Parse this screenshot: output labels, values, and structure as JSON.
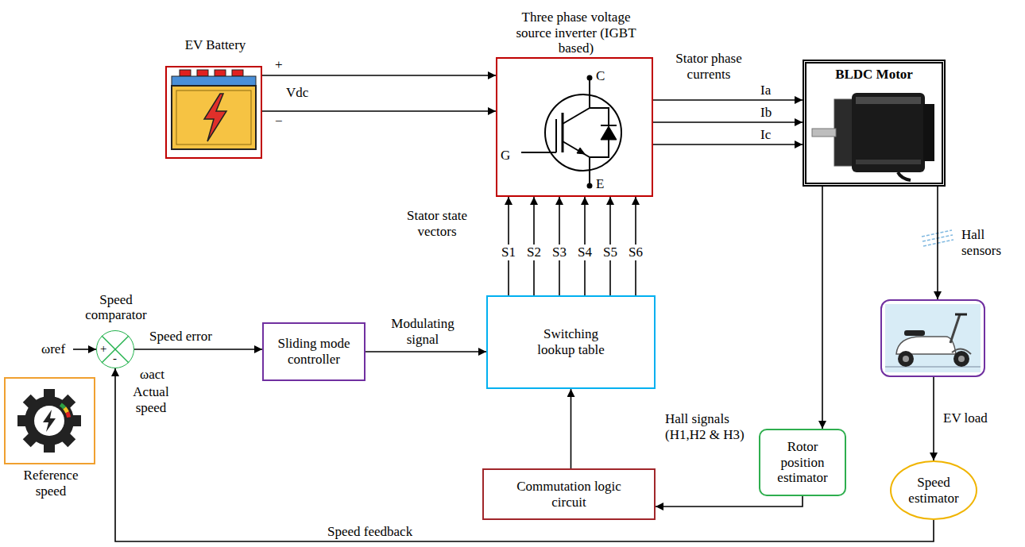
{
  "diagram": {
    "nodes": [
      {
        "text": [
          "EV Battery"
        ]
      },
      {
        "text": [
          "Three phase voltage source inverter (IGBT based)"
        ]
      },
      {
        "text": [
          "BLDC Motor"
        ]
      },
      {
        "text": [
          "Speed comparator",
          "+",
          "-"
        ]
      },
      {
        "text": [
          "Reference speed"
        ]
      },
      {
        "text": [
          "Sliding mode controller"
        ]
      },
      {
        "text": [
          "Switching lookup table"
        ]
      },
      {
        "text": [
          "Commutation logic circuit"
        ]
      },
      {
        "text": [
          "Rotor position estimator"
        ]
      },
      {
        "text": [
          "EV load"
        ]
      },
      {
        "text": [
          "Speed estimator"
        ]
      }
    ],
    "edges": [
      {
        "from": 0,
        "to": 1,
        "arrow": "to"
      },
      {
        "from": 0,
        "to": 1,
        "arrow": "to"
      },
      {
        "from": 1,
        "to": 2,
        "label": "Ia",
        "arrow": "to"
      },
      {
        "from": 1,
        "to": 2,
        "label": "Ib",
        "arrow": "to"
      },
      {
        "from": 1,
        "to": 2,
        "label": "Ic",
        "arrow": "to"
      },
      {
        "from": 3,
        "to": 5,
        "label": "Speed error",
        "arrow": "to"
      },
      {
        "from": 5,
        "to": 6,
        "label": "Modulating signal",
        "arrow": "to"
      },
      {
        "from": 6,
        "to": 1,
        "label": "S1",
        "arrow": "to"
      },
      {
        "from": 6,
        "to": 1,
        "label": "S2",
        "arrow": "to"
      },
      {
        "from": 6,
        "to": 1,
        "label": "S3",
        "arrow": "to"
      },
      {
        "from": 6,
        "to": 1,
        "label": "S4",
        "arrow": "to"
      },
      {
        "from": 6,
        "to": 1,
        "label": "S5",
        "arrow": "to"
      },
      {
        "from": 6,
        "to": 1,
        "label": "S6",
        "arrow": "to"
      },
      {
        "from": 7,
        "to": 6,
        "label": "Hall signals (H1,H2 & H3)",
        "arrow": "to"
      },
      {
        "from": 2,
        "to": 8,
        "arrow": "to"
      },
      {
        "from": 8,
        "to": 7,
        "arrow": "to"
      },
      {
        "from": 2,
        "to": 9,
        "label": "Hall sensors",
        "arrow": "to"
      },
      {
        "from": 9,
        "to": 10,
        "arrow": "to"
      },
      {
        "from": 10,
        "to": 3,
        "label": "Speed feedback",
        "arrow": "to"
      }
    ],
    "labels": [
      "+",
      "−",
      "Vdc",
      "C",
      "G",
      "E",
      "Stator phase currents",
      "Stator state vectors",
      "ωref",
      "ωact",
      "Actual speed"
    ]
  }
}
